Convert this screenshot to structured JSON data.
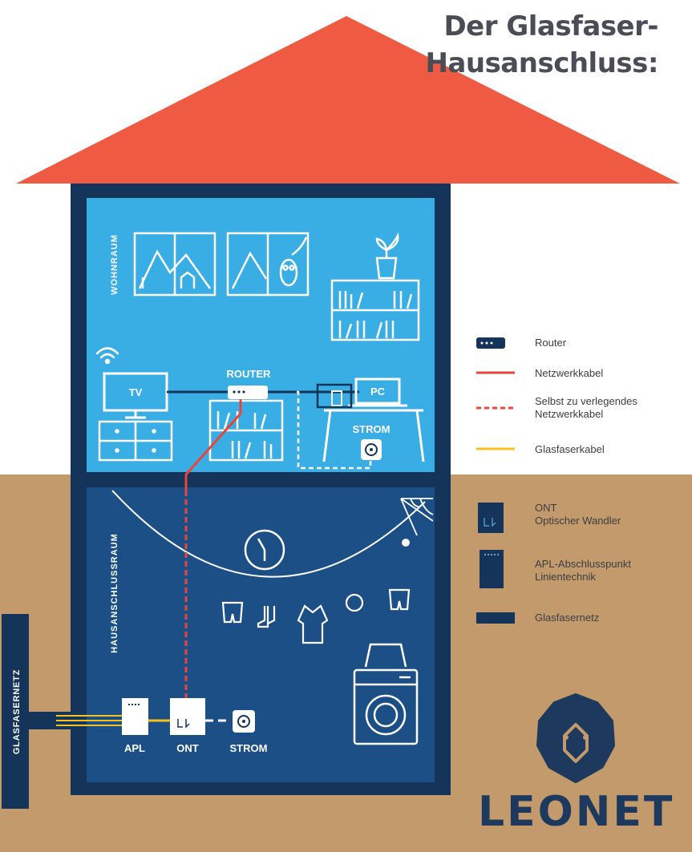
{
  "title": {
    "line1": "Der Glasfaser-",
    "line2": "Hausanschluss:"
  },
  "rooms": {
    "upper": "WOHNRAUM",
    "lower": "HAUSANSCHLUSSRAUM"
  },
  "devices": {
    "tv": "TV",
    "router": "ROUTER",
    "pc": "PC",
    "strom_upper": "STROM",
    "apl": "APL",
    "ont": "ONT",
    "strom_lower": "STROM",
    "glasfasernetz": "GLASFASERNETZ"
  },
  "legend": [
    {
      "icon": "router-icon",
      "label": "Router"
    },
    {
      "icon": "network-cable-line",
      "label": "Netzwerkkabel"
    },
    {
      "icon": "dashed-network-cable-line",
      "label": "Selbst zu verlegendes Netzwerkkabel"
    },
    {
      "icon": "fiber-cable-line",
      "label": "Glasfaserkabel"
    },
    {
      "icon": "ont-icon",
      "label": "ONT Optischer Wandler"
    },
    {
      "icon": "apl-icon",
      "label": "APL-Abschlusspunkt Linientechnik"
    },
    {
      "icon": "fiber-network-bar",
      "label": "Glasfasernetz"
    }
  ],
  "brand": {
    "name": "LEONET"
  },
  "colors": {
    "roof": "#ef5b42",
    "house_frame": "#15345a",
    "living_room": "#39aee4",
    "basement": "#1b4f86",
    "soil": "#c39a6b",
    "network_cable": "#e8453c",
    "fiber_cable": "#f4c21a",
    "title_text": "#4a4d55",
    "brand": "#1d3a5e"
  }
}
